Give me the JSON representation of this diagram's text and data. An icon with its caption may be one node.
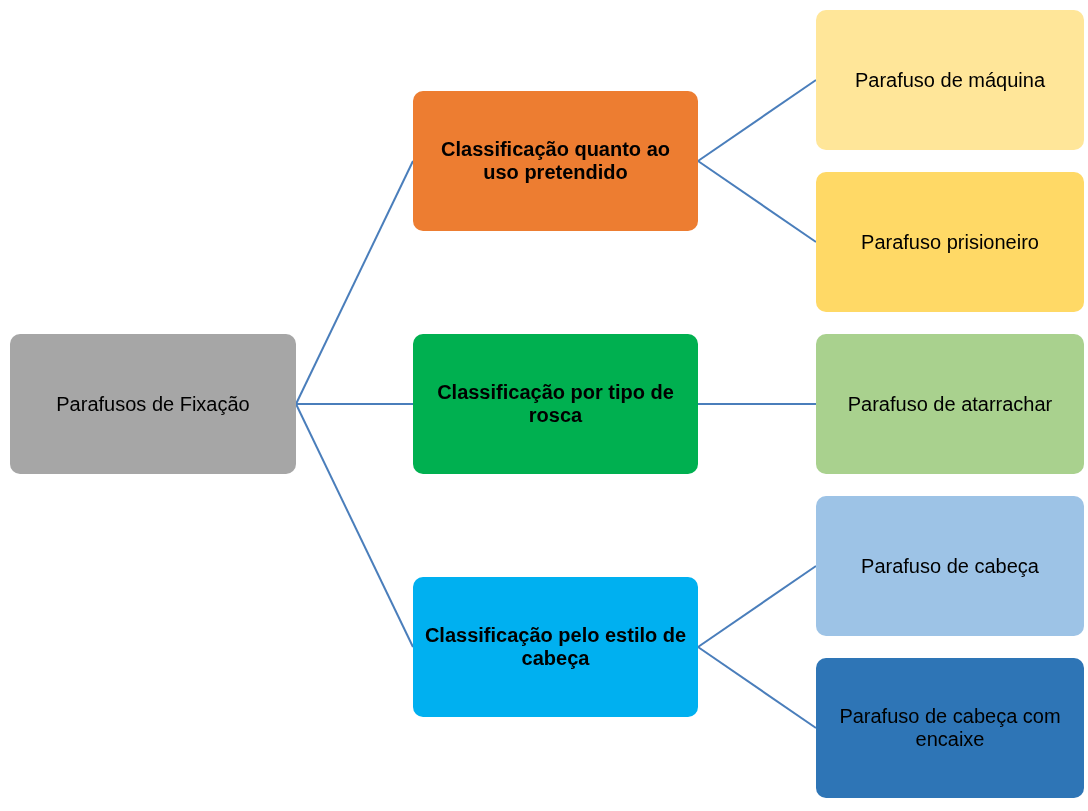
{
  "diagram": {
    "nodes": [
      {
        "text": [
          "Parafusos de Fixação"
        ]
      },
      {
        "text": [
          "Classificação quanto ao uso pretendido"
        ]
      },
      {
        "text": [
          "Classificação por tipo de rosca"
        ]
      },
      {
        "text": [
          "Classificação pelo estilo de cabeça"
        ]
      },
      {
        "text": [
          "Parafuso de máquina"
        ]
      },
      {
        "text": [
          "Parafuso prisioneiro"
        ]
      },
      {
        "text": [
          "Parafuso de atarrachar"
        ]
      },
      {
        "text": [
          "Parafuso de cabeça"
        ]
      },
      {
        "text": [
          "Parafuso de cabeça com encaixe"
        ]
      }
    ],
    "edges": [
      {
        "from": 0,
        "to": 1,
        "arrow": "none"
      },
      {
        "from": 0,
        "to": 2,
        "arrow": "none"
      },
      {
        "from": 0,
        "to": 3,
        "arrow": "none"
      },
      {
        "from": 1,
        "to": 4,
        "arrow": "none"
      },
      {
        "from": 1,
        "to": 5,
        "arrow": "none"
      },
      {
        "from": 2,
        "to": 6,
        "arrow": "none"
      },
      {
        "from": 3,
        "to": 7,
        "arrow": "none"
      },
      {
        "from": 3,
        "to": 8,
        "arrow": "none"
      }
    ]
  }
}
